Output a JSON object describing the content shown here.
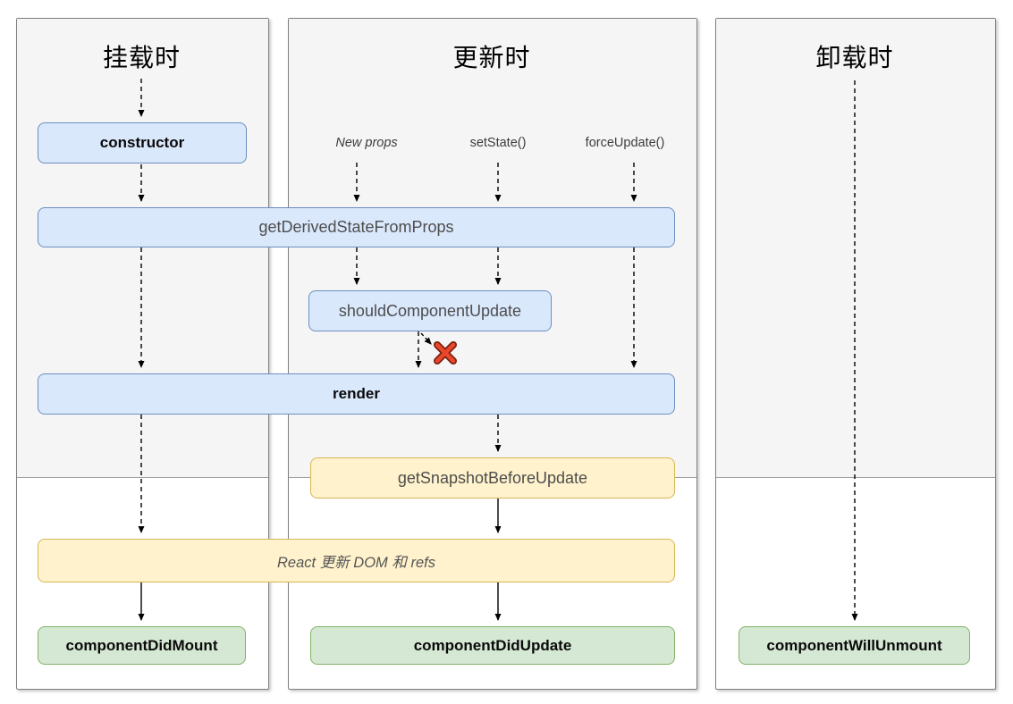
{
  "columns": {
    "mount": {
      "title": "挂载时"
    },
    "update": {
      "title": "更新时"
    },
    "unmount": {
      "title": "卸载时"
    }
  },
  "triggers": {
    "new_props": "New props",
    "set_state": "setState()",
    "force_update": "forceUpdate()"
  },
  "nodes": {
    "constructor": "constructor",
    "get_derived_state_from_props": "getDerivedStateFromProps",
    "should_component_update": "shouldComponentUpdate",
    "render": "render",
    "get_snapshot_before_update": "getSnapshotBeforeUpdate",
    "react_updates_dom": "React 更新 DOM 和 refs",
    "component_did_mount": "componentDidMount",
    "component_did_update": "componentDidUpdate",
    "component_will_unmount": "componentWillUnmount"
  },
  "icons": {
    "skip_update_marker": "red-x-cross"
  },
  "colors": {
    "blue_fill": "#dae8fc",
    "blue_stroke": "#6c8ebf",
    "yellow_fill": "#fff2cc",
    "yellow_stroke": "#d6b656",
    "green_fill": "#d5e8d4",
    "green_stroke": "#82b366",
    "panel_gray": "#f5f5f5",
    "cancel_x_red": "#e8472c",
    "arrow_black": "#000000"
  }
}
